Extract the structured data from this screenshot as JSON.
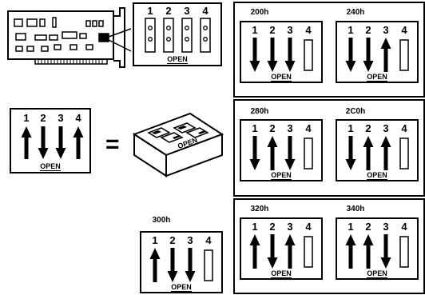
{
  "diagram": {
    "switch_digits": [
      "1",
      "2",
      "3",
      "4"
    ],
    "open_label": "OPEN",
    "equals_sign": "=",
    "card_jumper": {
      "open_label": "OPEN",
      "states": [
        "open",
        "open",
        "open",
        "open"
      ]
    },
    "legend_switch": {
      "open_label": "OPEN",
      "states": [
        "up",
        "down",
        "down",
        "up"
      ]
    },
    "dip_block": {
      "label": "OPEN"
    },
    "settings": [
      {
        "address": "200h",
        "states": [
          "down",
          "down",
          "down",
          "off"
        ]
      },
      {
        "address": "240h",
        "states": [
          "down",
          "down",
          "up",
          "off"
        ]
      },
      {
        "address": "280h",
        "states": [
          "down",
          "up",
          "down",
          "off"
        ]
      },
      {
        "address": "2C0h",
        "states": [
          "down",
          "up",
          "up",
          "off"
        ]
      },
      {
        "address": "300h",
        "states": [
          "up",
          "down",
          "down",
          "off"
        ]
      },
      {
        "address": "320h",
        "states": [
          "up",
          "down",
          "up",
          "off"
        ]
      },
      {
        "address": "340h",
        "states": [
          "up",
          "up",
          "down",
          "off"
        ]
      }
    ]
  }
}
